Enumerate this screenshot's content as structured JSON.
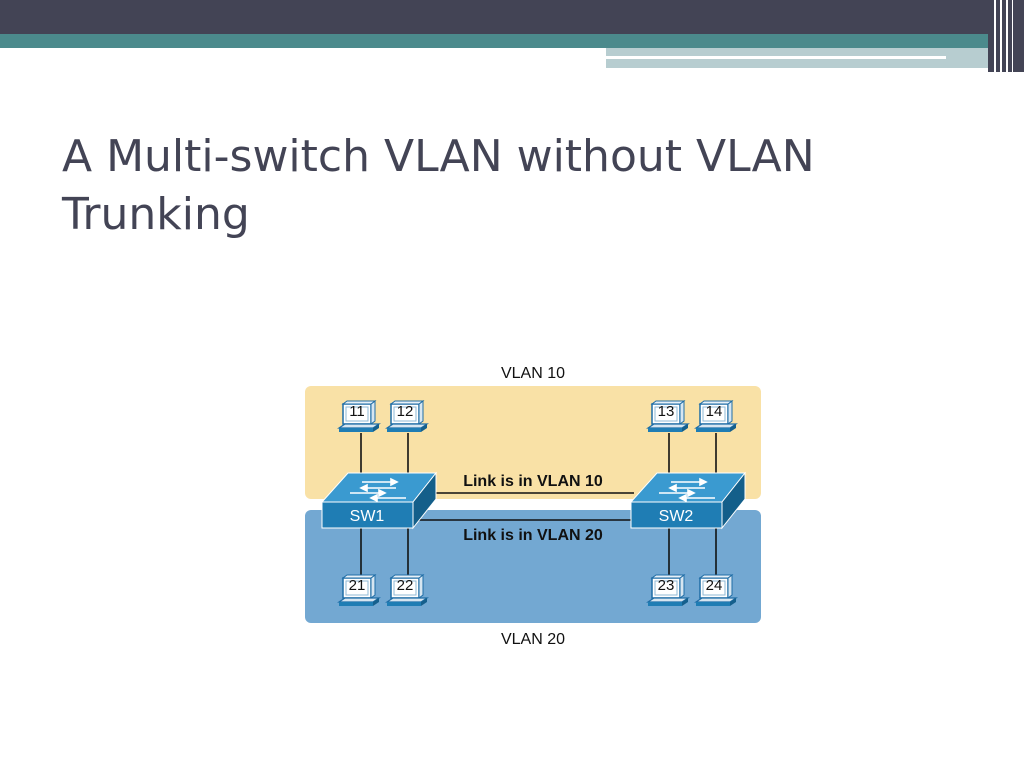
{
  "slide": {
    "title": "A Multi-switch VLAN without VLAN Trunking"
  },
  "diagram": {
    "vlan_top_label": "VLAN 10",
    "vlan_bottom_label": "VLAN 20",
    "link_top_label": "Link is in VLAN 10",
    "link_bottom_label": "Link is in VLAN 20",
    "switches": [
      "SW1",
      "SW2"
    ],
    "pcs_vlan10": [
      "11",
      "12",
      "13",
      "14"
    ],
    "pcs_vlan20": [
      "21",
      "22",
      "23",
      "24"
    ],
    "colors": {
      "vlan10_bg": "#f9e1a6",
      "vlan20_bg": "#73a8d2",
      "switch_front": "#1f7db4",
      "switch_top": "#3a9ad0",
      "header_dark": "#434455",
      "teal": "#4b8a8c"
    }
  }
}
